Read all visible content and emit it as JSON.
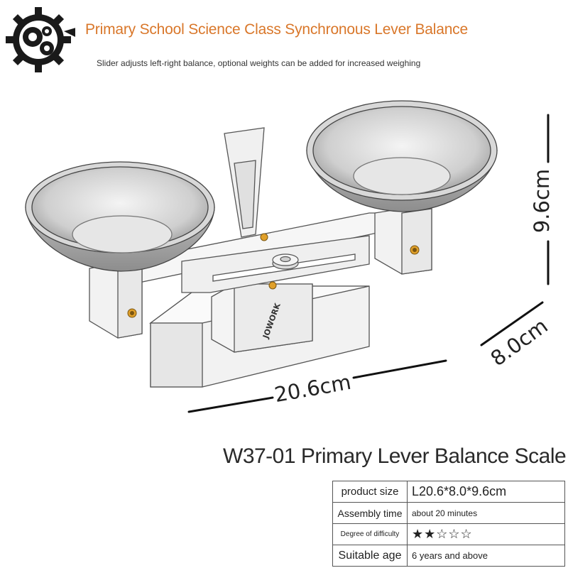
{
  "header": {
    "title": "Primary School Science Class Synchronous Lever Balance",
    "subtitle": "Slider adjusts left-right balance, optional weights can be added for increased weighing"
  },
  "product": {
    "logo_text": "JOWORK",
    "dimensions": {
      "width": "20.6cm",
      "depth": "8.0cm",
      "height": "9.6cm"
    }
  },
  "model_title": "W37-01 Primary Lever Balance Scale",
  "specs": [
    {
      "label": "product size",
      "value": "L20.6*8.0*9.6cm"
    },
    {
      "label": "Assembly time",
      "value": "about 20 minutes"
    },
    {
      "label": "Degree of difficulty",
      "value": "★★☆☆☆",
      "rating": 2,
      "max_rating": 5
    },
    {
      "label": "Suitable age",
      "value": "6 years and above"
    }
  ],
  "colors": {
    "accent": "#d9772a",
    "brass": "#e0a02a",
    "metal": "#cfcfcf"
  }
}
